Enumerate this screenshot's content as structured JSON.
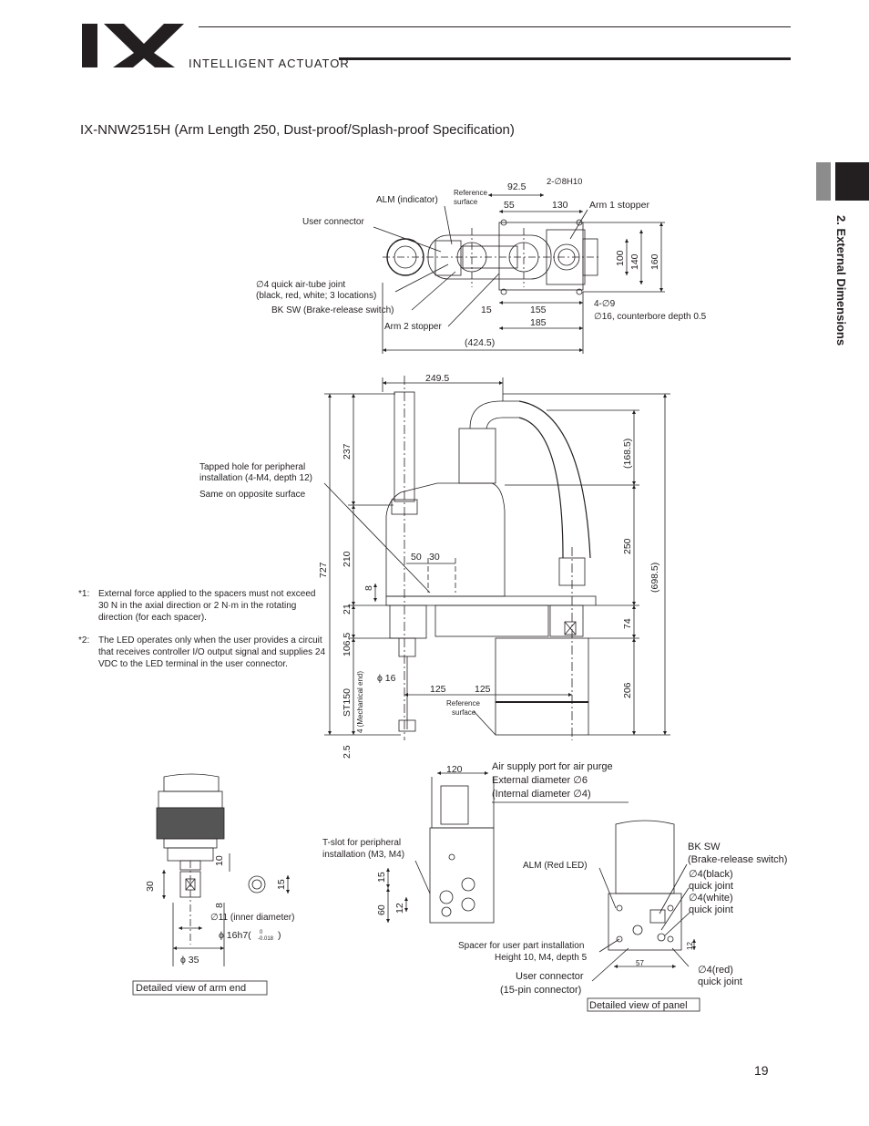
{
  "header": {
    "brand": "IX",
    "brand_subtitle": "INTELLIGENT ACTUATOR"
  },
  "title": "IX-NNW2515H (Arm Length 250, Dust-proof/Splash-proof Specification)",
  "side_tab": "2. External Dimensions",
  "page_number": "19",
  "top_view": {
    "labels": {
      "dim_925": "92.5",
      "bores": "2-∅8H10",
      "dim_55": "55",
      "dim_130": "130",
      "arm1_stopper": "Arm 1 stopper",
      "alm": "ALM (indicator)",
      "ref_surface_1": "Reference",
      "ref_surface_2": "surface",
      "user_connector": "User connector",
      "airjoint_1": "∅4 quick air-tube joint",
      "airjoint_2": "(black, red, white; 3 locations)",
      "bk_sw": "BK SW (Brake-release switch)",
      "arm2_stopper": "Arm 2 stopper",
      "dim_15": "15",
      "dim_155": "155",
      "dim_185": "185",
      "dim_4245": "(424.5)",
      "holes": "4-∅9",
      "counterbore": "∅16, counterbore depth 0.5",
      "dim_100": "100",
      "dim_140": "140",
      "dim_160": "160"
    }
  },
  "front_view": {
    "labels": {
      "dim_2495": "249.5",
      "dim_237": "237",
      "dim_210": "210",
      "dim_727": "727",
      "dim_8": "8",
      "dim_21": "21",
      "dim_1065": "106.5",
      "dim_st150": "ST150",
      "dim_mech_end": "4 (Mechanical end)",
      "dim_25": "2.5",
      "dim_1685": "(168.5)",
      "dim_250": "250",
      "dim_6985": "(698.5)",
      "dim_74": "74",
      "dim_206": "206",
      "dim_50": "50",
      "dim_30": "30",
      "dim_phi16": "ϕ 16",
      "dim_125a": "125",
      "dim_125b": "125",
      "tapped_1": "Tapped hole for peripheral",
      "tapped_2": "installation (4-M4, depth 12)",
      "opposite": "Same on opposite surface",
      "ref_surface_1": "Reference",
      "ref_surface_2": "surface"
    }
  },
  "notes": [
    {
      "mark": "*1:",
      "text": "External force applied to the spacers must not exceed 30 N in the axial direction or 2 N·m in the rotating direction (for each spacer)."
    },
    {
      "mark": "*2:",
      "text": "The LED operates only when the user provides a circuit that receives controller I/O output signal and supplies 24 VDC to the LED terminal in the user connector."
    }
  ],
  "arm_end_view": {
    "caption": "Detailed view of arm end",
    "labels": {
      "dim_30": "30",
      "dim_10": "10",
      "dim_8": "8",
      "dim_15": "15",
      "inner": "∅11 (inner diameter)",
      "phi16h7": "ϕ 16h7(",
      "tol_hi": "0",
      "tol_lo": "-0.018",
      "paren": ")",
      "phi35": "ϕ 35"
    }
  },
  "airport_view": {
    "labels": {
      "dim_120": "120",
      "air_1": "Air supply port for air purge",
      "air_2": "External diameter ∅6",
      "air_3": "(Internal diameter ∅4)",
      "tslot_1": "T-slot for peripheral",
      "tslot_2": "installation (M3, M4)",
      "dim_15": "15",
      "dim_60": "60",
      "dim_12": "12"
    }
  },
  "panel_view": {
    "caption": "Detailed view of panel",
    "labels": {
      "alm": "ALM  (Red  LED)",
      "bksw_1": "BK SW",
      "bksw_2": "(Brake-release switch)",
      "black_1": "∅4(black)",
      "black_2": "quick joint",
      "white_1": "∅4(white)",
      "white_2": "quick joint",
      "spacer_1": "Spacer for user part installation",
      "spacer_2": "Height 10, M4, depth 5",
      "dim_57": "57",
      "dim_12": "12",
      "uc_1": "User connector",
      "uc_2": "(15-pin connector)",
      "red_1": "∅4(red)",
      "red_2": "quick joint"
    }
  }
}
